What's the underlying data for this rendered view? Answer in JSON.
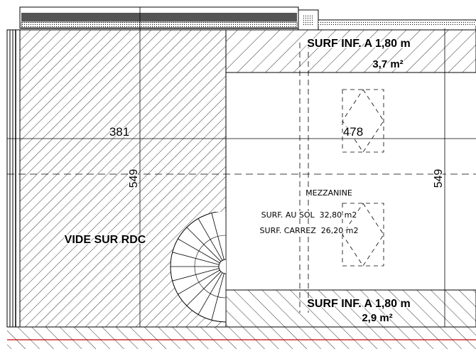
{
  "plan": {
    "dimensions": {
      "width_left": "381",
      "width_right": "478",
      "height_left": "549",
      "height_right": "549"
    },
    "zones": {
      "void": {
        "label": "VIDE SUR RDC"
      },
      "low_ceiling_top": {
        "label": "SURF INF. A 1,80 m",
        "area": "3,7 m²"
      },
      "low_ceiling_bottom": {
        "label": "SURF INF. A 1,80 m",
        "area": "2,9 m²"
      }
    },
    "room": {
      "name": "MEZZANINE",
      "floor_area_line": "SURF. AU SOL  32,80 m2",
      "carrez_area_line": "SURF. CARREZ  26,20 m2"
    },
    "colors": {
      "line": "#000000",
      "wall_fill": "#555555",
      "accent_red": "#cc0000",
      "background": "#ffffff"
    },
    "icons": [
      "spiral-staircase-icon",
      "skylight-icon"
    ]
  }
}
